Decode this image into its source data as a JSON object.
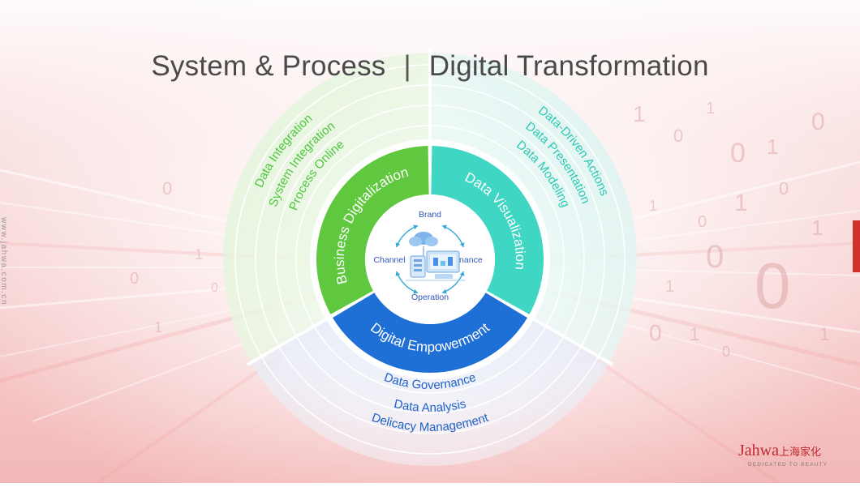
{
  "title": {
    "left": "System & Process",
    "separator": "|",
    "right": "Digital Transformation"
  },
  "side_url": "www.jahwa.com.cn",
  "logo": {
    "brand": "Jahwa",
    "chinese": "上海家化",
    "tagline": "DEDICATED TO BEAUTY"
  },
  "colors": {
    "green": "#5fc83e",
    "teal": "#3fd6c3",
    "blue": "#1e6fd6",
    "green_text": "#4cc63c",
    "teal_text": "#2ac9b4",
    "blue_text": "#1f62c9",
    "brand_red": "#c1272d"
  },
  "segments": {
    "business": {
      "label": "Business Digitalization",
      "items": [
        "Data Integration",
        "System Integration",
        "Process Online"
      ]
    },
    "visualization": {
      "label": "Data Visualization",
      "items": [
        "Data-Driven Actions",
        "Data Presentation",
        "Data Modeling"
      ]
    },
    "empowerment": {
      "label": "Digital Empowerment",
      "items": [
        "Data Governance",
        "Data Analysis",
        "Delicacy Management"
      ]
    }
  },
  "center": {
    "labels": [
      "Brand",
      "Finance",
      "Operation",
      "Channel"
    ]
  }
}
